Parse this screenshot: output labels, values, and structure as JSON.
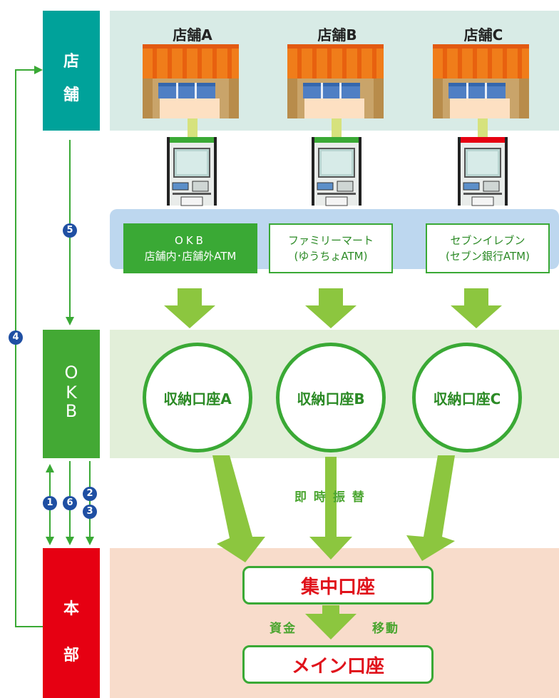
{
  "colors": {
    "store_sidebar": "#00a29a",
    "store_band": "#d8ebe6",
    "okb_sidebar": "#43a934",
    "okb_band": "#e2efd9",
    "location_band": "#bdd7ef",
    "hq_sidebar": "#e60012",
    "hq_band": "#f8dccb",
    "arrow_green": "#8cc63f",
    "number_badge": "#1f4fa3",
    "red_text": "#e0121b"
  },
  "sidebar": {
    "store": [
      "店",
      "舗"
    ],
    "okb": [
      "O",
      "K",
      "B"
    ],
    "hq": [
      "本",
      "部"
    ]
  },
  "stores": [
    {
      "label": "店舗A",
      "atm_label": "ATM",
      "atm_color": "#3aa935"
    },
    {
      "label": "店舗B",
      "atm_label": "ATM",
      "atm_color": "#3aa935"
    },
    {
      "label": "店舗C",
      "atm_label": "ATM",
      "atm_color": "#e60012"
    }
  ],
  "atm_locations": [
    {
      "line1": "OKB",
      "line2": "店舗内･店舗外ATM"
    },
    {
      "line1": "ファミリーマート",
      "line2": "(ゆうちょATM)"
    },
    {
      "line1": "セブンイレブン",
      "line2": "(セブン銀行ATM)"
    }
  ],
  "collection_accounts": [
    "収納口座A",
    "収納口座B",
    "収納口座C"
  ],
  "transfer_label": "即 時 振 替",
  "concentration_account": "集中口座",
  "fund_move": {
    "left": "資金",
    "right": "移動"
  },
  "main_account": "メイン口座",
  "step_numbers": {
    "n1": "1",
    "n2": "2",
    "n3": "3",
    "n4": "4",
    "n5": "5",
    "n6": "6"
  }
}
